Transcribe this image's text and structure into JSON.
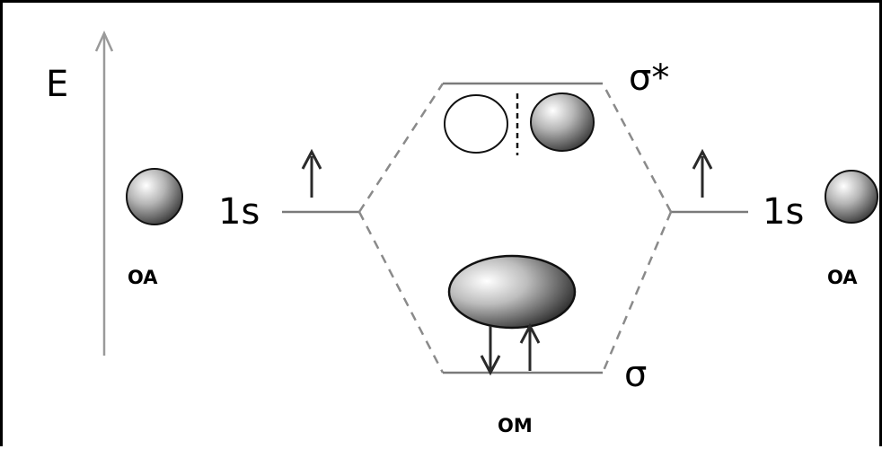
{
  "axis": {
    "label": "E"
  },
  "orbitals": {
    "left_level_label": "1s",
    "right_level_label": "1s",
    "antibonding_label": "σ*",
    "bonding_label": "σ"
  },
  "captions": {
    "left_atomic": "OA",
    "right_atomic": "OA",
    "molecular": "OM"
  }
}
